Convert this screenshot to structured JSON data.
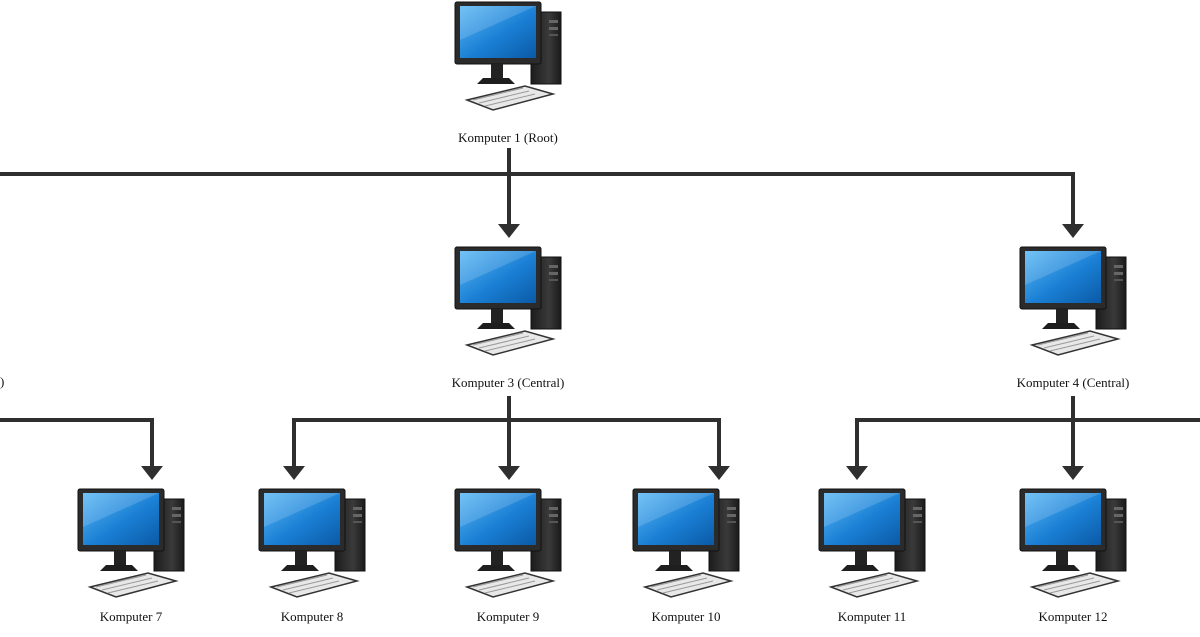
{
  "nodes": {
    "k1": "Komputer 1 (Root)",
    "k3": "Komputer 3 (Central)",
    "k4": "Komputer 4 (Central)",
    "k7": "Komputer 7",
    "k8": "Komputer 8",
    "k9": "Komputer 9",
    "k10": "Komputer 10",
    "k11": "Komputer 11",
    "k12": "Komputer 12"
  },
  "fragment_text": ")",
  "colors": {
    "line": "#2f2f2f",
    "screen": "#1a7fd4",
    "body": "#2b2b2b"
  }
}
